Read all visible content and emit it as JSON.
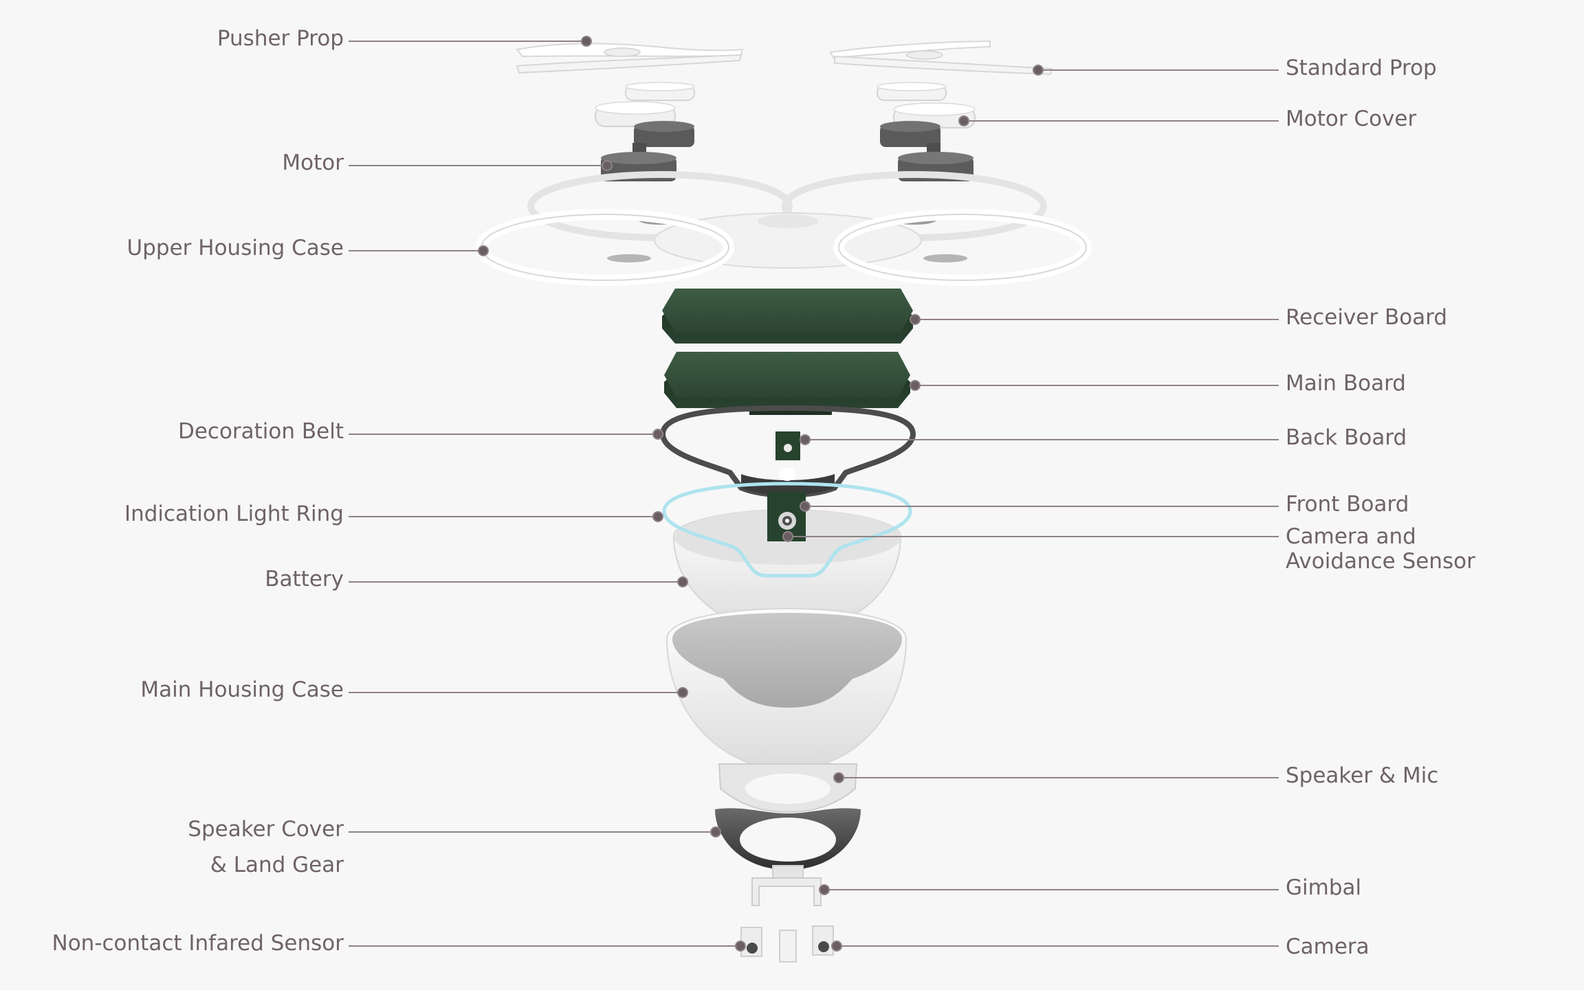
{
  "colors": {
    "background": "#f7f7f7",
    "label_text": "#6e6366",
    "leader_line": "#8e8285",
    "leader_dot": "#6a5e62",
    "board_green": "#2f4a34",
    "light_ring": "#aee3ee"
  },
  "labels": {
    "pusher_prop": "Pusher Prop",
    "motor": "Motor",
    "upper_housing_case": "Upper Housing Case",
    "decoration_belt": "Decoration Belt",
    "indication_light_ring": "Indication Light Ring",
    "battery": "Battery",
    "main_housing_case": "Main Housing Case",
    "speaker_cover_line1": "Speaker Cover",
    "speaker_cover_line2": "& Land Gear",
    "noncontact_infrared_sensor": "Non-contact Infared Sensor",
    "standard_prop": "Standard Prop",
    "motor_cover": "Motor Cover",
    "receiver_board": "Receiver Board",
    "main_board": "Main Board",
    "back_board": "Back Board",
    "front_board": "Front Board",
    "camera_sensor_line1": "Camera and",
    "camera_sensor_line2": "Avoidance Sensor",
    "speaker_mic": "Speaker & Mic",
    "gimbal": "Gimbal",
    "camera": "Camera"
  }
}
